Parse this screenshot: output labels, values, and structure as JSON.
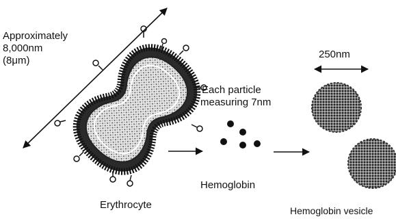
{
  "labels": {
    "size_line1": "Approximately",
    "size_line2": "8,000nm",
    "size_line3": "(8μm)",
    "particle_line1": "Each particle",
    "particle_line2": "measuring 7nm",
    "vesicle_size": "250nm",
    "erythrocyte": "Erythrocyte",
    "hemoglobin": "Hemoglobin",
    "vesicle": "Hemoglobin vesicle"
  }
}
